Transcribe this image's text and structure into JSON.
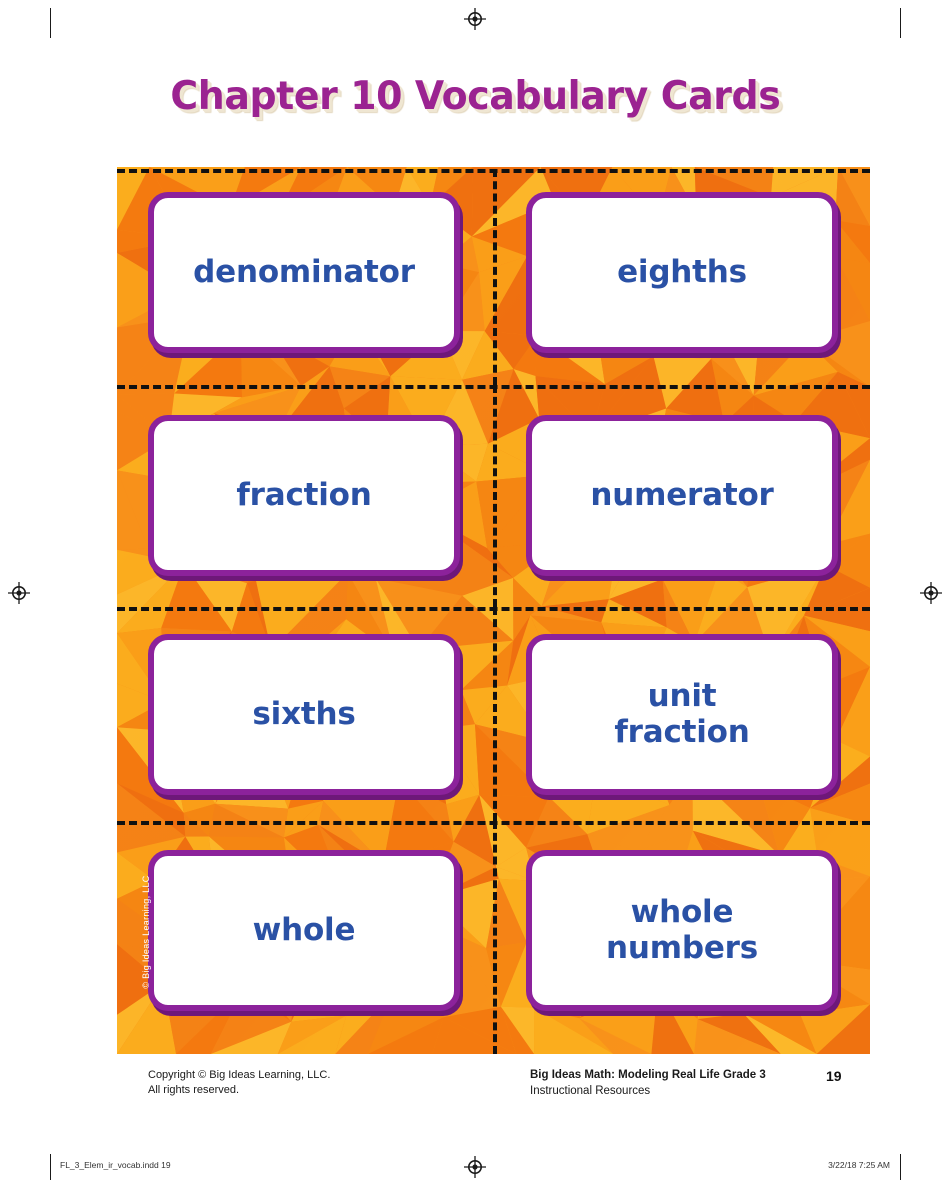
{
  "page": {
    "title": "Chapter 10 Vocabulary Cards",
    "page_number": "19",
    "accent_purple": "#8C229B",
    "title_purple": "#9B2391",
    "word_blue": "#2A51A5",
    "panel_orange": "#F9921B"
  },
  "cards": [
    {
      "label": "denominator",
      "lines": 1
    },
    {
      "label": "eighths",
      "lines": 1
    },
    {
      "label": "fraction",
      "lines": 1
    },
    {
      "label": "numerator",
      "lines": 1
    },
    {
      "label": "sixths",
      "lines": 1
    },
    {
      "label": "unit\nfraction",
      "lines": 2
    },
    {
      "label": "whole",
      "lines": 1
    },
    {
      "label": "whole\nnumbers",
      "lines": 2
    }
  ],
  "side_credit": "© Big Ideas Learning, LLC",
  "footer": {
    "copyright_line1": "Copyright © Big Ideas Learning, LLC.",
    "copyright_line2": "All rights reserved.",
    "program_title": "Big Ideas Math: Modeling Real Life Grade 3",
    "program_subtitle": "Instructional Resources"
  },
  "slug": {
    "filename": "FL_3_Elem_ir_vocab.indd   19",
    "timestamp": "3/22/18   7:25 AM"
  }
}
